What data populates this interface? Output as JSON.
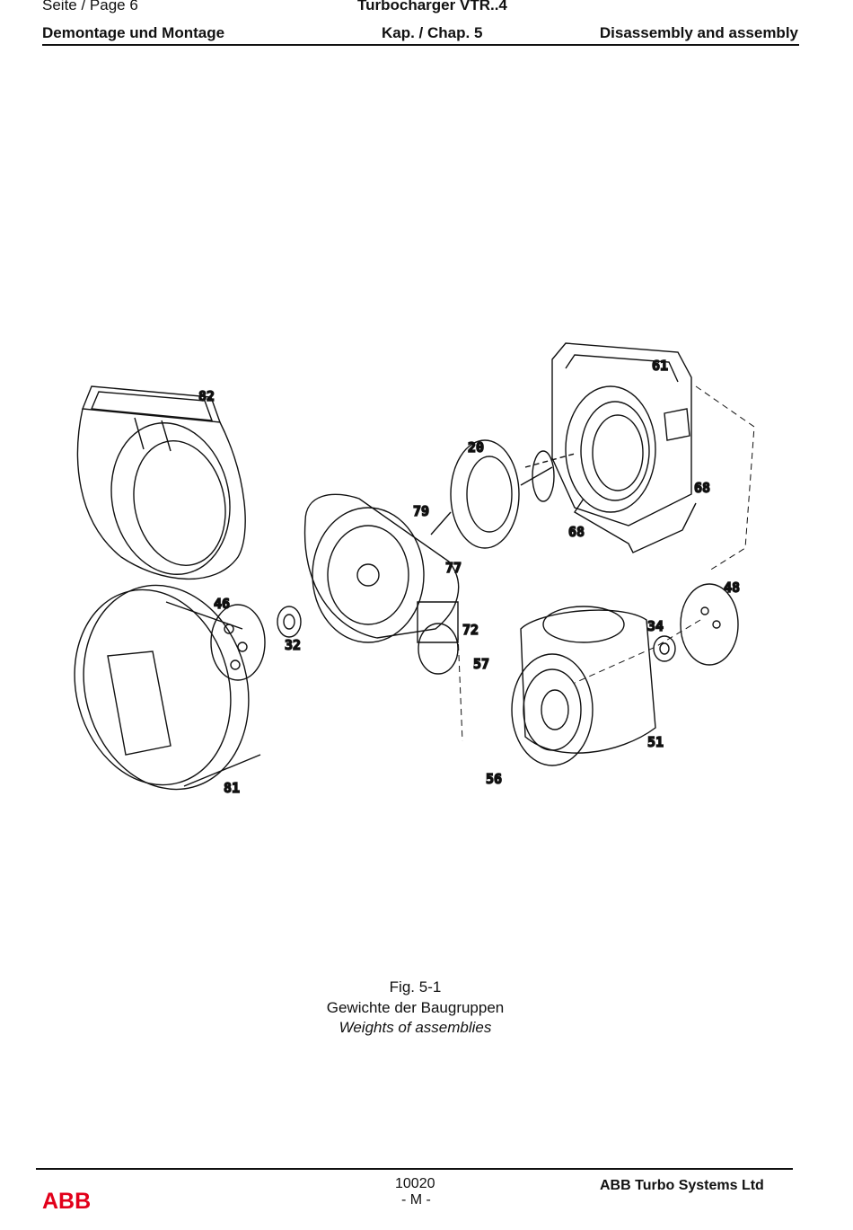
{
  "header": {
    "page_label": "Seite / Page  6",
    "product": "Turbocharger VTR..4",
    "section_de": "Demontage und Montage",
    "chapter": "Kap. / Chap. 5",
    "section_en": "Disassembly and assembly"
  },
  "figure": {
    "callouts": {
      "c82": "82",
      "c61": "61",
      "c20": "20",
      "c68a": "68",
      "c68b": "68",
      "c79": "79",
      "c77": "77",
      "c46": "46",
      "c32": "32",
      "c72": "72",
      "c48": "48",
      "c34": "34",
      "c57": "57",
      "c51": "51",
      "c56": "56",
      "c81": "81"
    },
    "caption_number": "Fig. 5-1",
    "caption_de": "Gewichte der Baugruppen",
    "caption_en": "Weights of assemblies"
  },
  "footer": {
    "document_number": "10020",
    "revision": "- M -",
    "company": "ABB Turbo Systems Ltd",
    "logo_text": "ABB",
    "logo_color": "#e2001a"
  }
}
